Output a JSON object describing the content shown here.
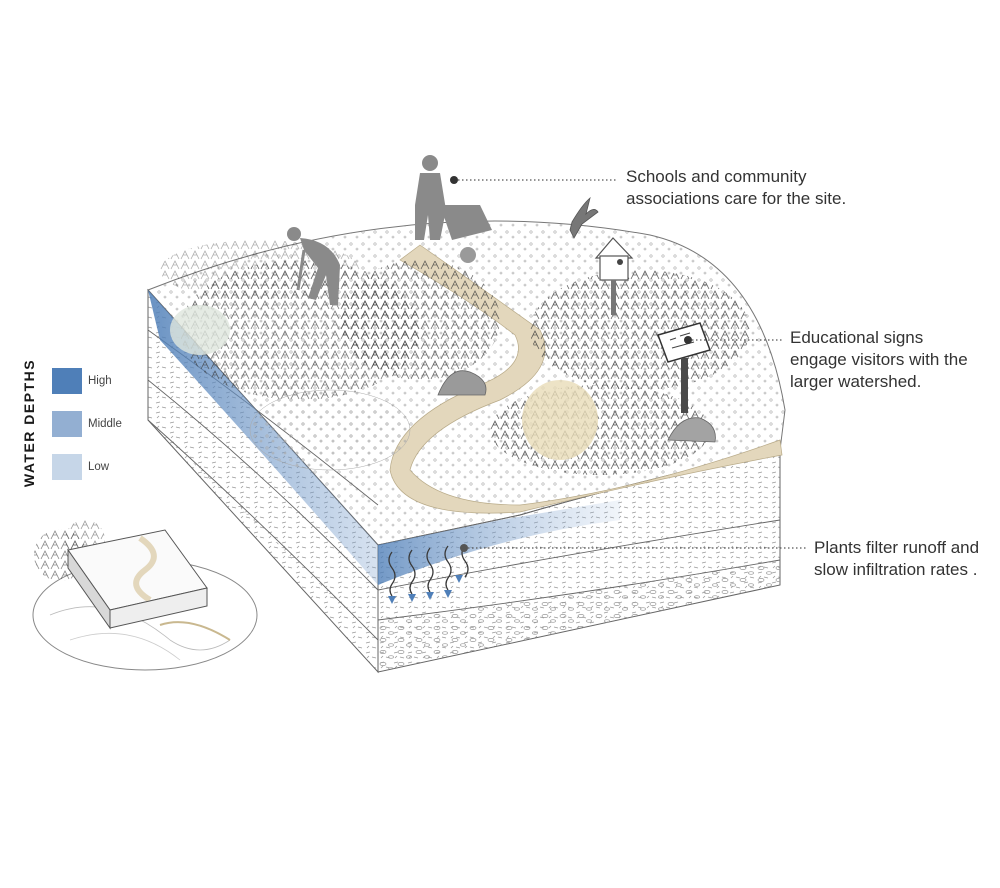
{
  "legend": {
    "title": "WATER DEPTHS",
    "items": [
      {
        "label": "High",
        "color": "#4f7fb8"
      },
      {
        "label": "Middle",
        "color": "#93afd2"
      },
      {
        "label": "Low",
        "color": "#c6d6e8"
      }
    ]
  },
  "annotations": [
    {
      "lines": [
        "Schools and community",
        "associations care for the site."
      ]
    },
    {
      "lines": [
        "Educational signs",
        "engage visitors with the",
        "larger watershed."
      ]
    },
    {
      "lines": [
        "Plants filter runoff  and",
        "slow infiltration rates ."
      ]
    }
  ],
  "colors": {
    "water": "#4f7fb8",
    "path": "#e3d7bc",
    "soil_line": "#555555",
    "plant": "#2b2b2b",
    "figure": "#8a8a8a"
  }
}
